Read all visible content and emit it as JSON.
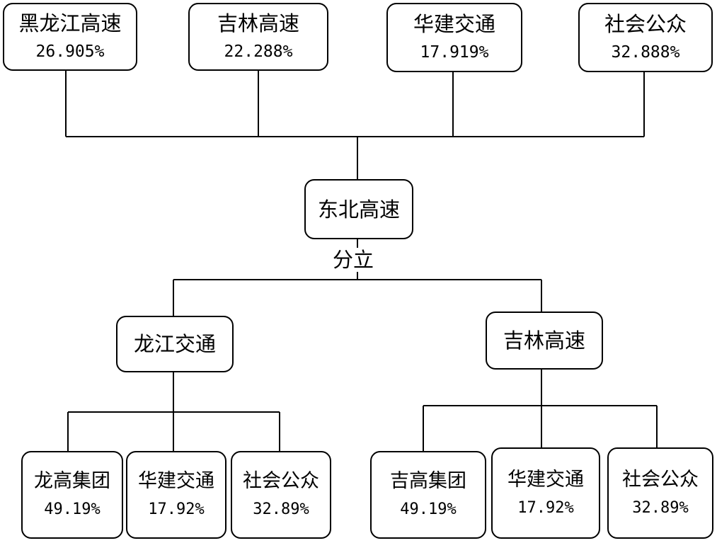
{
  "top_shareholders": [
    {
      "name": "黑龙江高速",
      "share": "26.905%"
    },
    {
      "name": "吉林高速",
      "share": "22.288%"
    },
    {
      "name": "华建交通",
      "share": "17.919%"
    },
    {
      "name": "社会公众",
      "share": "32.888%"
    }
  ],
  "center": {
    "name": "东北高速"
  },
  "split_label": "分立",
  "children": [
    {
      "name": "龙江交通",
      "shareholders": [
        {
          "name": "龙高集团",
          "share": "49.19%"
        },
        {
          "name": "华建交通",
          "share": "17.92%"
        },
        {
          "name": "社会公众",
          "share": "32.89%"
        }
      ]
    },
    {
      "name": "吉林高速",
      "shareholders": [
        {
          "name": "吉高集团",
          "share": "49.19%"
        },
        {
          "name": "华建交通",
          "share": "17.92%"
        },
        {
          "name": "社会公众",
          "share": "32.89%"
        }
      ]
    }
  ]
}
